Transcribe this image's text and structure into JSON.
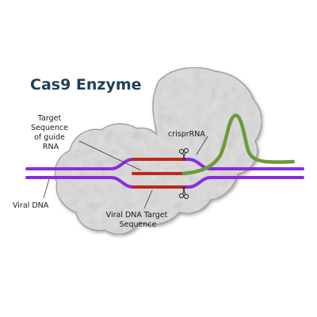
{
  "title": "Cas9 Enzyme",
  "labels": {
    "target_sequence_guide_rna": [
      "Target",
      "Sequence",
      "of guide",
      "RNA"
    ],
    "crisprna": "crisprRNA",
    "viral_dna": "Viral DNA",
    "viral_dna_target_sequence": [
      "Viral DNA Target",
      "Sequence"
    ]
  },
  "colors": {
    "title": "#1f3f5a",
    "enzyme_fill": "#dcdcdc",
    "enzyme_edge": "#8f8f8f",
    "viral_dna": "#8a2be2",
    "target_sequence": "#c0271e",
    "crisprna": "#6b9b3a",
    "scissors": "#333333"
  },
  "icons": [
    "scissors-icon",
    "scissors-icon"
  ]
}
